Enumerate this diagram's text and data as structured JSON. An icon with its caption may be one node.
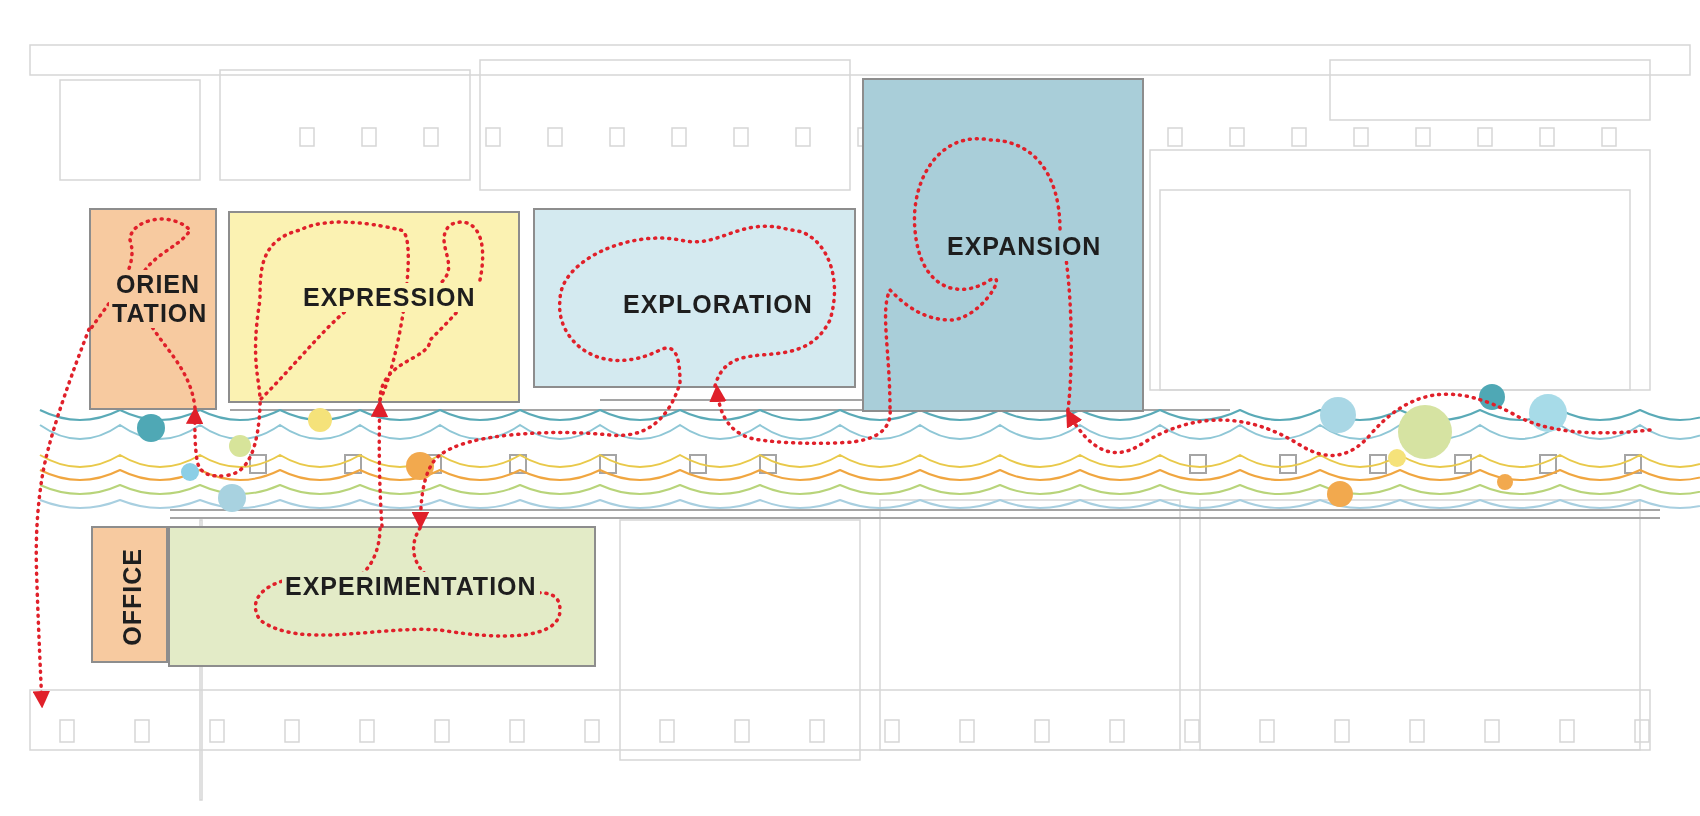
{
  "diagram": {
    "nodes": [
      {
        "text": [
          "ORIEN TATION"
        ]
      },
      {
        "text": [
          "EXPRESSION"
        ]
      },
      {
        "text": [
          "EXPLORATION"
        ]
      },
      {
        "text": [
          "EXPANSION"
        ]
      },
      {
        "text": [
          "OFFICE"
        ]
      },
      {
        "text": [
          "EXPERIMENTATION"
        ]
      }
    ],
    "edges": [
      {
        "from": null,
        "to": 3,
        "arrow": "to"
      },
      {
        "from": 3,
        "to": 2,
        "arrow": "to"
      },
      {
        "from": 2,
        "to": 5,
        "arrow": "to"
      },
      {
        "from": 5,
        "to": 1,
        "arrow": "to"
      },
      {
        "from": 1,
        "to": 0,
        "arrow": "to"
      },
      {
        "from": 0,
        "to": null,
        "arrow": "to"
      }
    ]
  }
}
